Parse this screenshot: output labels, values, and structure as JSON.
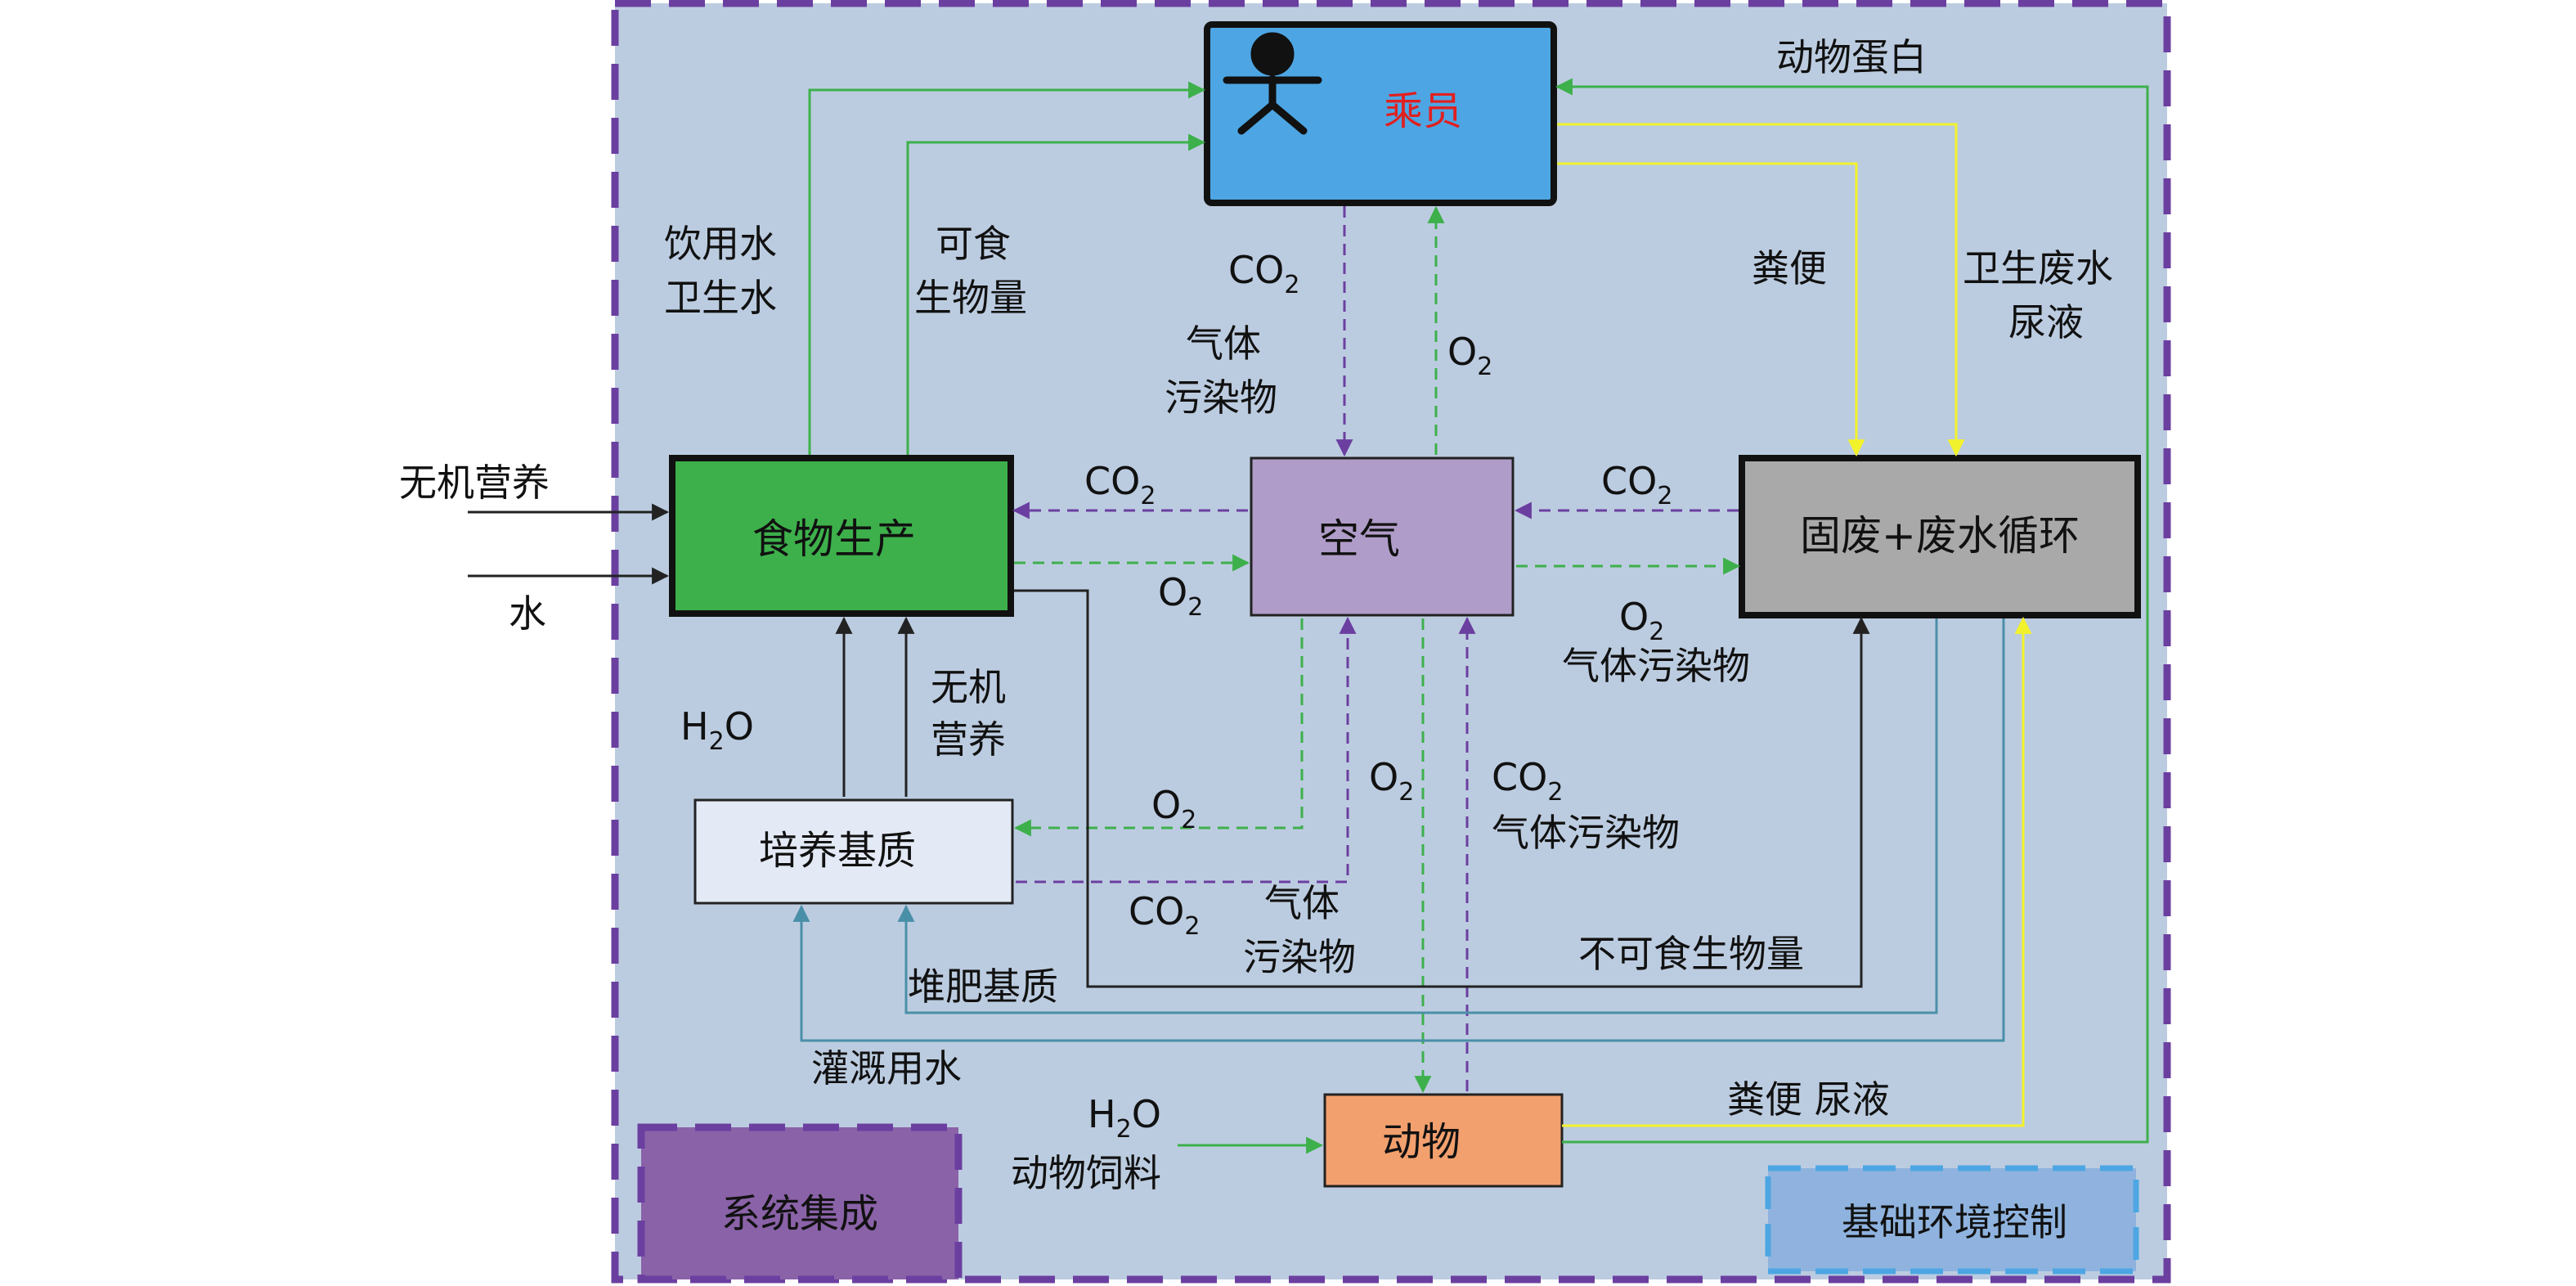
{
  "nodes": {
    "crew": "乘员",
    "food": "食物生产",
    "air": "空气",
    "waste": "固废+废水循环",
    "substrate": "培养基质",
    "animal": "动物",
    "integration": "系统集成",
    "env_control": "基础环境控制"
  },
  "labels": {
    "animal_protein": "动物蛋白",
    "drink_water_1": "饮用水",
    "drink_water_2": "卫生水",
    "edible_1": "可食",
    "edible_2": "生物量",
    "feces": "粪便",
    "sanitary_1": "卫生废水",
    "sanitary_2": "尿液",
    "crew_co2": "CO",
    "crew_gas_1": "气体",
    "crew_gas_2": "污染物",
    "crew_o2": "O",
    "inorganic_nutrient": "无机营养",
    "water_in": "水",
    "food_co2": "CO",
    "food_o2": "O",
    "waste_co2": "CO",
    "waste_o2": "O",
    "waste_gas": "气体污染物",
    "h2o_sub": "H",
    "h2o_tail": "O",
    "sub_inorg_1": "无机",
    "sub_inorg_2": "营养",
    "sub_o2": "O",
    "sub_co2": "CO",
    "sub_gas_1": "气体",
    "sub_gas_2": "污染物",
    "animal_o2": "O",
    "animal_co2": "CO",
    "animal_gas": "气体污染物",
    "inedible": "不可食生物量",
    "compost": "堆肥基质",
    "irrigation": "灌溉用水",
    "feed_h2o_1": "H",
    "feed_h2o_2": "O",
    "feed": "动物饲料",
    "feces_urine": "粪便 尿液",
    "sub2": "2"
  },
  "colors": {
    "frame_purple": "#6b3fa0",
    "panel_bg": "#bccce0",
    "crew_fill": "#4da6e3",
    "crew_text": "#e02020",
    "food_fill": "#3db04b",
    "air_fill": "#b09cc8",
    "waste_fill": "#a9a9a9",
    "substrate_fill": "#e4eaf5",
    "animal_fill": "#f2a06e",
    "integration_fill": "#8a62a8",
    "env_fill": "#8fb3de",
    "green": "#3db04b",
    "purple": "#6b3fa0",
    "yellow": "#f2f22c",
    "teal": "#4a8fa8",
    "black": "#222222"
  }
}
